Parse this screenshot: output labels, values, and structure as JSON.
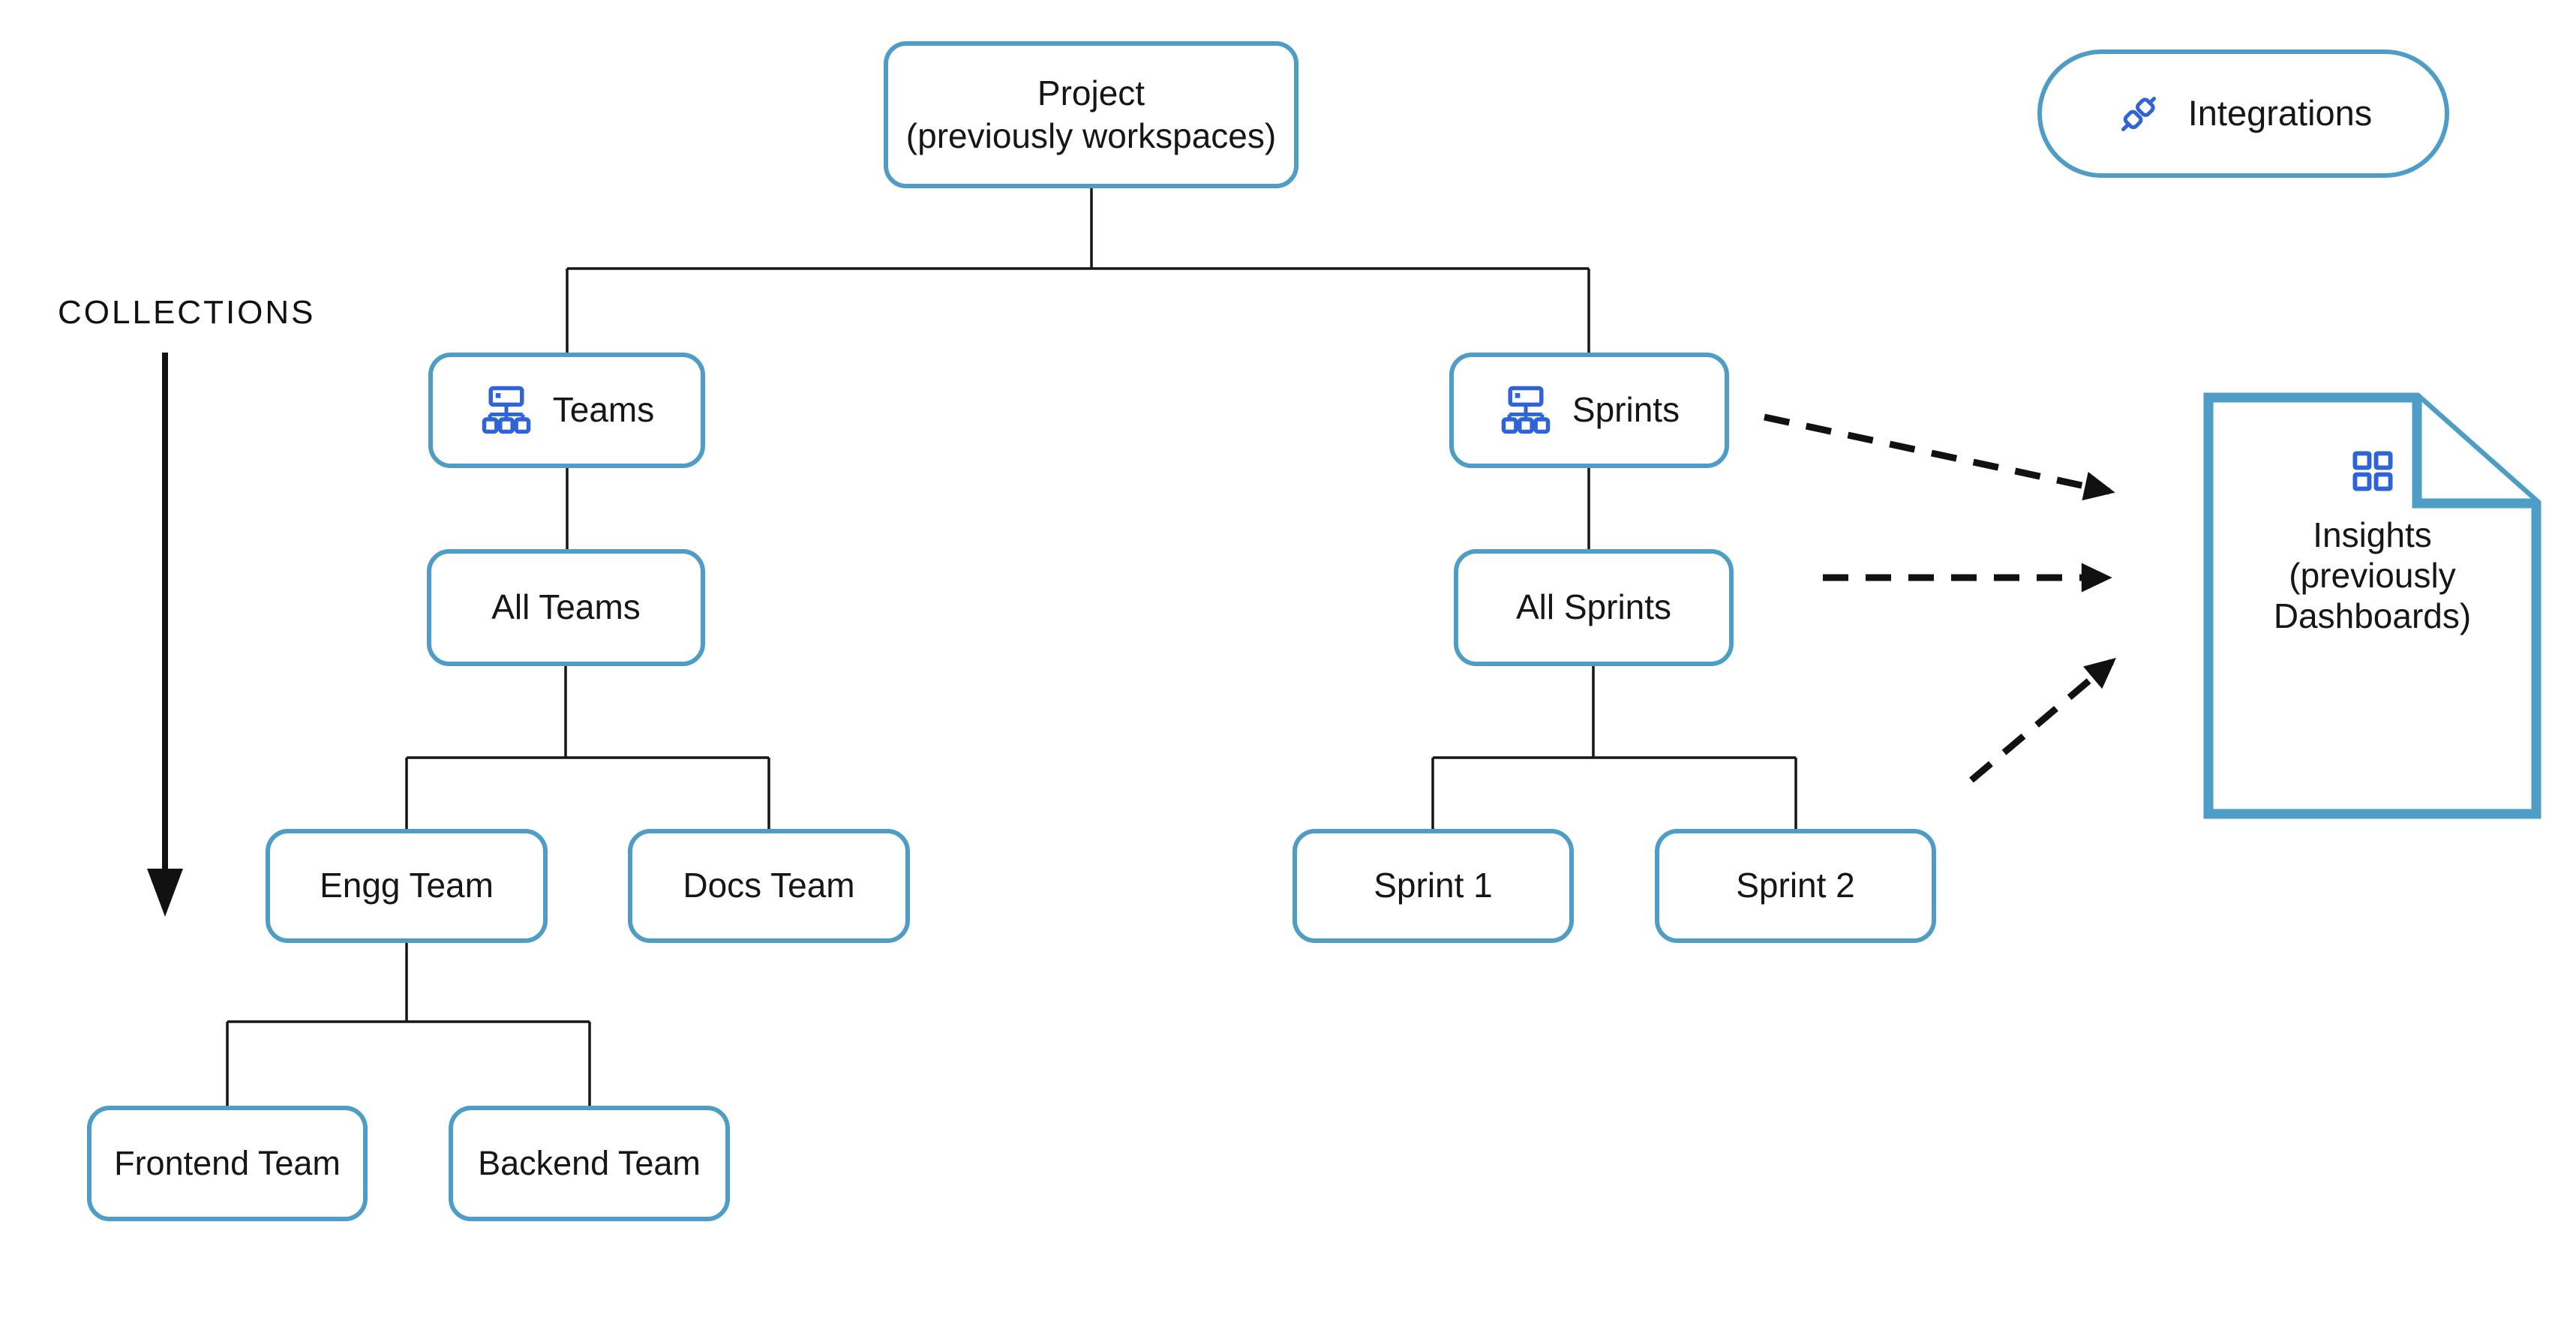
{
  "diagram": {
    "collections_label": "COLLECTIONS",
    "integrations": {
      "label": "Integrations",
      "icon": "plug-connection-icon"
    },
    "nodes": {
      "project": {
        "line1": "Project",
        "line2": "(previously workspaces)"
      },
      "teams": {
        "label": "Teams",
        "icon": "sitemap-icon"
      },
      "sprints": {
        "label": "Sprints",
        "icon": "sitemap-icon"
      },
      "all_teams": {
        "label": "All Teams"
      },
      "all_sprints": {
        "label": "All Sprints"
      },
      "engg_team": {
        "label": "Engg Team"
      },
      "docs_team": {
        "label": "Docs Team"
      },
      "sprint_1": {
        "label": "Sprint 1"
      },
      "sprint_2": {
        "label": "Sprint 2"
      },
      "frontend_team": {
        "label": "Frontend Team"
      },
      "backend_team": {
        "label": "Backend Team"
      }
    },
    "insights": {
      "line1": "Insights",
      "line2": "(previously",
      "line3": "Dashboards)",
      "icon": "dashboard-grid-icon"
    },
    "colors": {
      "node_border": "#4E9DC6",
      "icon_blue": "#2F63D8",
      "connector": "#161616",
      "text": "#161616",
      "background": "#FFFFFF"
    }
  }
}
